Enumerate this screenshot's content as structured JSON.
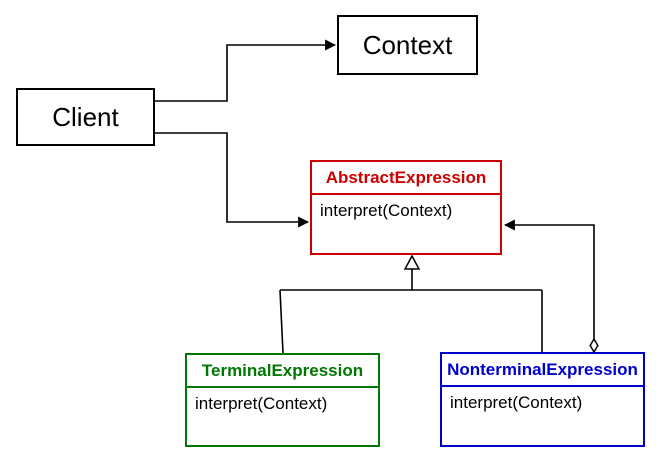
{
  "diagram": {
    "type": "uml-class-diagram",
    "pattern": "Interpreter",
    "nodes": {
      "client": {
        "label": "Client"
      },
      "context": {
        "label": "Context"
      },
      "abstract_expression": {
        "name": "AbstractExpression",
        "method": "interpret(Context)",
        "color": "#CC0000"
      },
      "terminal_expression": {
        "name": "TerminalExpression",
        "method": "interpret(Context)",
        "color": "#007700"
      },
      "nonterminal_expression": {
        "name": "NonterminalExpression",
        "method": "interpret(Context)",
        "color": "#0000CC"
      }
    },
    "edges": [
      {
        "from": "Client",
        "to": "Context",
        "type": "directed-association"
      },
      {
        "from": "Client",
        "to": "AbstractExpression",
        "type": "directed-association"
      },
      {
        "from": "TerminalExpression",
        "to": "AbstractExpression",
        "type": "generalization"
      },
      {
        "from": "NonterminalExpression",
        "to": "AbstractExpression",
        "type": "generalization"
      },
      {
        "from": "NonterminalExpression",
        "to": "AbstractExpression",
        "type": "aggregation-association"
      }
    ],
    "colors": {
      "line": "#000000",
      "background": "#ffffff",
      "plain_node_border": "#000000"
    }
  }
}
